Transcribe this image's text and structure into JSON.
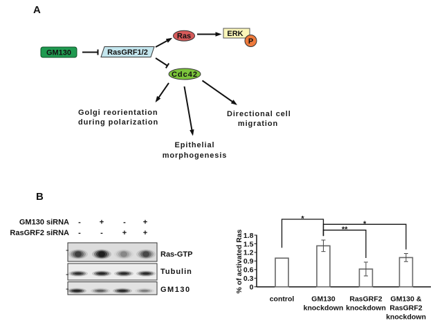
{
  "panels": {
    "a_label": "A",
    "b_label": "B"
  },
  "diagram": {
    "nodes": {
      "gm130": "GM130",
      "rasgrf": "RasGRF1/2",
      "ras": "Ras",
      "erk": "ERK",
      "phospho": "P",
      "cdc42": "Cdc42"
    },
    "outcomes": {
      "golgi": [
        "Golgi reorientation",
        "during polarization"
      ],
      "epithelial": [
        "Epithelial",
        "morphogenesis"
      ],
      "migration": [
        "Directional cell",
        "migration"
      ]
    },
    "edges": [
      {
        "from": "GM130",
        "to": "RasGRF1/2",
        "type": "inhibits"
      },
      {
        "from": "RasGRF1/2",
        "to": "Ras",
        "type": "activates"
      },
      {
        "from": "Ras",
        "to": "ERK",
        "type": "activates"
      },
      {
        "from": "RasGRF1/2",
        "to": "Cdc42",
        "type": "inhibits"
      },
      {
        "from": "Cdc42",
        "to": "Golgi reorientation during polarization",
        "type": "activates"
      },
      {
        "from": "Cdc42",
        "to": "Epithelial morphogenesis",
        "type": "activates"
      },
      {
        "from": "Cdc42",
        "to": "Directional cell migration",
        "type": "activates"
      }
    ],
    "colors": {
      "gm130": "#1f9a50",
      "rasgrf": "#c4e6ee",
      "ras": "#d65a5a",
      "erk": "#fbf6b9",
      "phospho": "#ee7a3c",
      "cdc42": "#7cc43c"
    }
  },
  "blot": {
    "conditions": [
      {
        "label": "GM130 siRNA",
        "lanes": [
          "-",
          "+",
          "-",
          "+"
        ]
      },
      {
        "label": "RasGRF2 siRNA",
        "lanes": [
          "-",
          "-",
          "+",
          "+"
        ]
      }
    ],
    "rows": [
      {
        "label": "Ras-GTP",
        "intensity": [
          0.6,
          0.95,
          0.25,
          0.55
        ]
      },
      {
        "label": "Tubulin",
        "intensity": [
          0.8,
          0.9,
          0.85,
          0.85
        ]
      },
      {
        "label": "GM130",
        "intensity": [
          0.95,
          0.5,
          0.9,
          0.35
        ]
      }
    ]
  },
  "chart_data": {
    "type": "bar",
    "title": "",
    "xlabel": "",
    "ylabel": "% of activated Ras",
    "categories": [
      "control",
      "GM130 knockdown",
      "RasGRF2 knockdown",
      "GM130 & RasGRF2 knockdown"
    ],
    "category_label_lines": [
      [
        "control"
      ],
      [
        "GM130",
        "knockdown"
      ],
      [
        "RasGRF2",
        "knockdown"
      ],
      [
        "GM130 &",
        "RasGRF2",
        "knockdown"
      ]
    ],
    "values": [
      1.0,
      1.43,
      0.62,
      1.02
    ],
    "errors": [
      0,
      0.2,
      0.24,
      0.14
    ],
    "ylim": [
      0,
      1.8
    ],
    "yticks": [
      0,
      0.3,
      0.6,
      0.9,
      1.2,
      1.5,
      1.8
    ],
    "ytick_labels": [
      "0",
      "0.3",
      "0.6",
      "0.9",
      "1.2",
      "1.5",
      "1.8"
    ],
    "grid": false,
    "legend": "none",
    "significance": [
      {
        "between": [
          "control",
          "GM130 knockdown"
        ],
        "label": "*"
      },
      {
        "between": [
          "GM130 knockdown",
          "GM130 & RasGRF2 knockdown"
        ],
        "label": "*"
      },
      {
        "between": [
          "GM130 knockdown",
          "RasGRF2 knockdown"
        ],
        "label": "**"
      }
    ]
  }
}
